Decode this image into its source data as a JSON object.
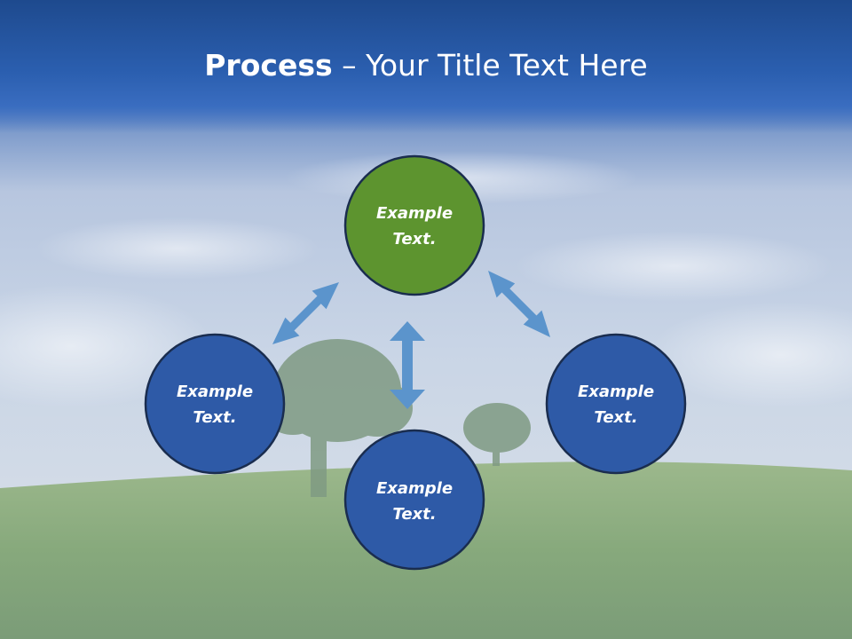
{
  "title": {
    "bold": "Process",
    "rest": " – Your Title Text Here"
  },
  "colors": {
    "header": "#2b5fb0",
    "node_blue": "#2e5aa7",
    "node_green": "#5d942f",
    "node_stroke": "#1a2d4f",
    "arrow": "#5b94cc"
  },
  "nodes": [
    {
      "id": "top",
      "line1": "Example",
      "line2": "Text.",
      "color": "green"
    },
    {
      "id": "left",
      "line1": "Example",
      "line2": "Text.",
      "color": "blue"
    },
    {
      "id": "bottom",
      "line1": "Example",
      "line2": "Text.",
      "color": "blue"
    },
    {
      "id": "right",
      "line1": "Example",
      "line2": "Text.",
      "color": "blue"
    }
  ],
  "icons": {
    "arrows": [
      "double-arrow-icon",
      "double-arrow-icon",
      "double-arrow-icon"
    ],
    "background": "landscape-image"
  }
}
